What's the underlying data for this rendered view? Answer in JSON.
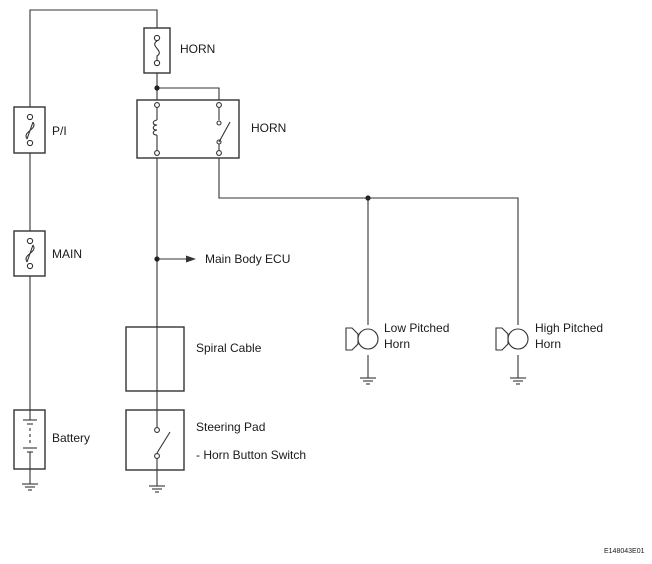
{
  "labels": {
    "horn_fuse": "HORN",
    "pi_fuse": "P/I",
    "main_fuse": "MAIN",
    "horn_relay": "HORN",
    "main_body_ecu": "Main Body ECU",
    "spiral_cable": "Spiral Cable",
    "battery": "Battery",
    "steering_pad_line1": "Steering Pad",
    "steering_pad_line2": "- Horn Button Switch",
    "low_horn_line1": "Low Pitched",
    "low_horn_line2": "Horn",
    "high_horn_line1": "High Pitched",
    "high_horn_line2": "Horn",
    "diagram_code": "E148043E01"
  }
}
